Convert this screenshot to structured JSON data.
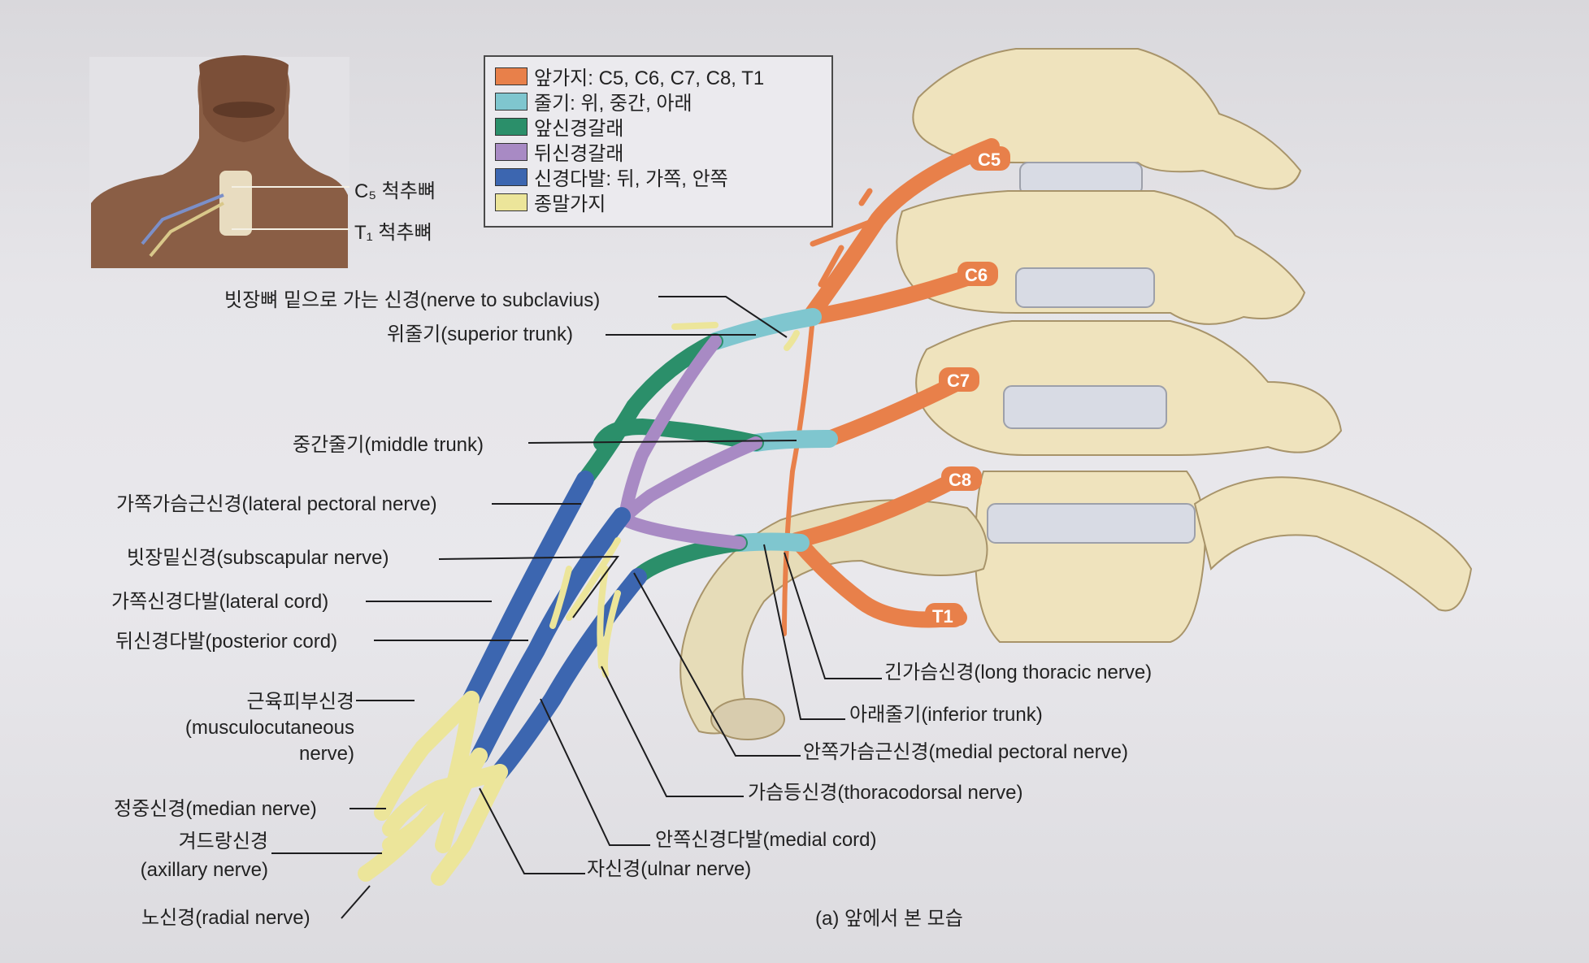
{
  "legend": {
    "items": [
      {
        "label": "앞가지: C5, C6, C7, C8, T1",
        "color": "#e8804a"
      },
      {
        "label": "줄기: 위, 중간, 아래",
        "color": "#7fc6cf"
      },
      {
        "label": "앞신경갈래",
        "color": "#2b8f6a"
      },
      {
        "label": "뒤신경갈래",
        "color": "#a88ac4"
      },
      {
        "label": "신경다발: 뒤, 가쪽, 안쪽",
        "color": "#3c66b0"
      },
      {
        "label": "종말가지",
        "color": "#ece59a"
      }
    ]
  },
  "inset": {
    "c5_label": "C₅ 척추뼈",
    "t1_label": "T₁ 척추뼈"
  },
  "vertebra_labels": {
    "c5": "C5",
    "c6": "C6",
    "c7": "C7",
    "c8": "C8",
    "t1": "T1"
  },
  "labels": {
    "nerve_to_subclavius": "빗장뼈 밑으로 가는 신경(nerve to subclavius)",
    "superior_trunk": "위줄기(superior trunk)",
    "middle_trunk": "중간줄기(middle trunk)",
    "lateral_pectoral": "가쪽가슴근신경(lateral pectoral nerve)",
    "subscapular": "빗장밑신경(subscapular nerve)",
    "lateral_cord": "가쪽신경다발(lateral cord)",
    "posterior_cord": "뒤신경다발(posterior cord)",
    "musculocutaneous_1": "근육피부신경",
    "musculocutaneous_2": "(musculocutaneous",
    "musculocutaneous_3": "nerve)",
    "median": "정중신경(median nerve)",
    "axillary_1": "겨드랑신경",
    "axillary_2": "(axillary nerve)",
    "radial": "노신경(radial nerve)",
    "long_thoracic": "긴가슴신경(long thoracic nerve)",
    "inferior_trunk": "아래줄기(inferior trunk)",
    "medial_pectoral": "안쪽가슴근신경(medial pectoral nerve)",
    "thoracodorsal": "가슴등신경(thoracodorsal nerve)",
    "medial_cord": "안쪽신경다발(medial cord)",
    "ulnar": "자신경(ulnar nerve)"
  },
  "caption": "(a) 앞에서 본 모습"
}
